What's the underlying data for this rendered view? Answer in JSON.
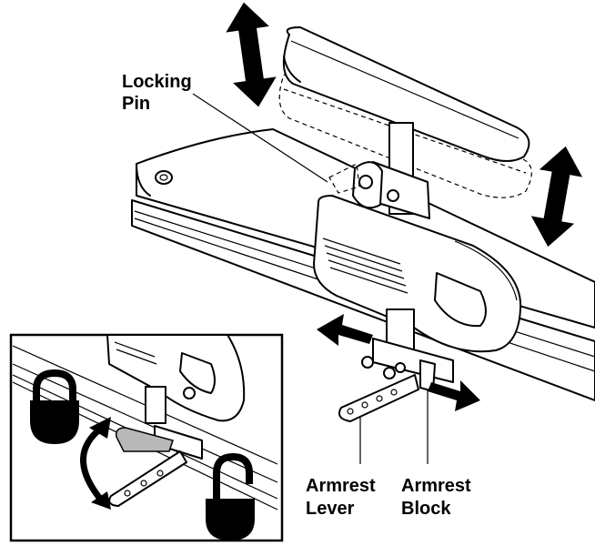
{
  "labels": {
    "locking_pin": [
      "Locking",
      "Pin"
    ],
    "armrest_lever": [
      "Armrest",
      "Lever"
    ],
    "armrest_block": [
      "Armrest",
      "Block"
    ]
  },
  "icons": {
    "locked": "padlock-closed-icon",
    "unlocked": "padlock-open-icon",
    "vertical_adjust": "double-arrow-vertical-icon",
    "horizontal_adjust": "double-arrow-horizontal-icon",
    "rotate": "curved-double-arrow-icon"
  },
  "colors": {
    "ink": "#000000",
    "paper": "#ffffff",
    "lever_shade": "#b8b8b8"
  }
}
